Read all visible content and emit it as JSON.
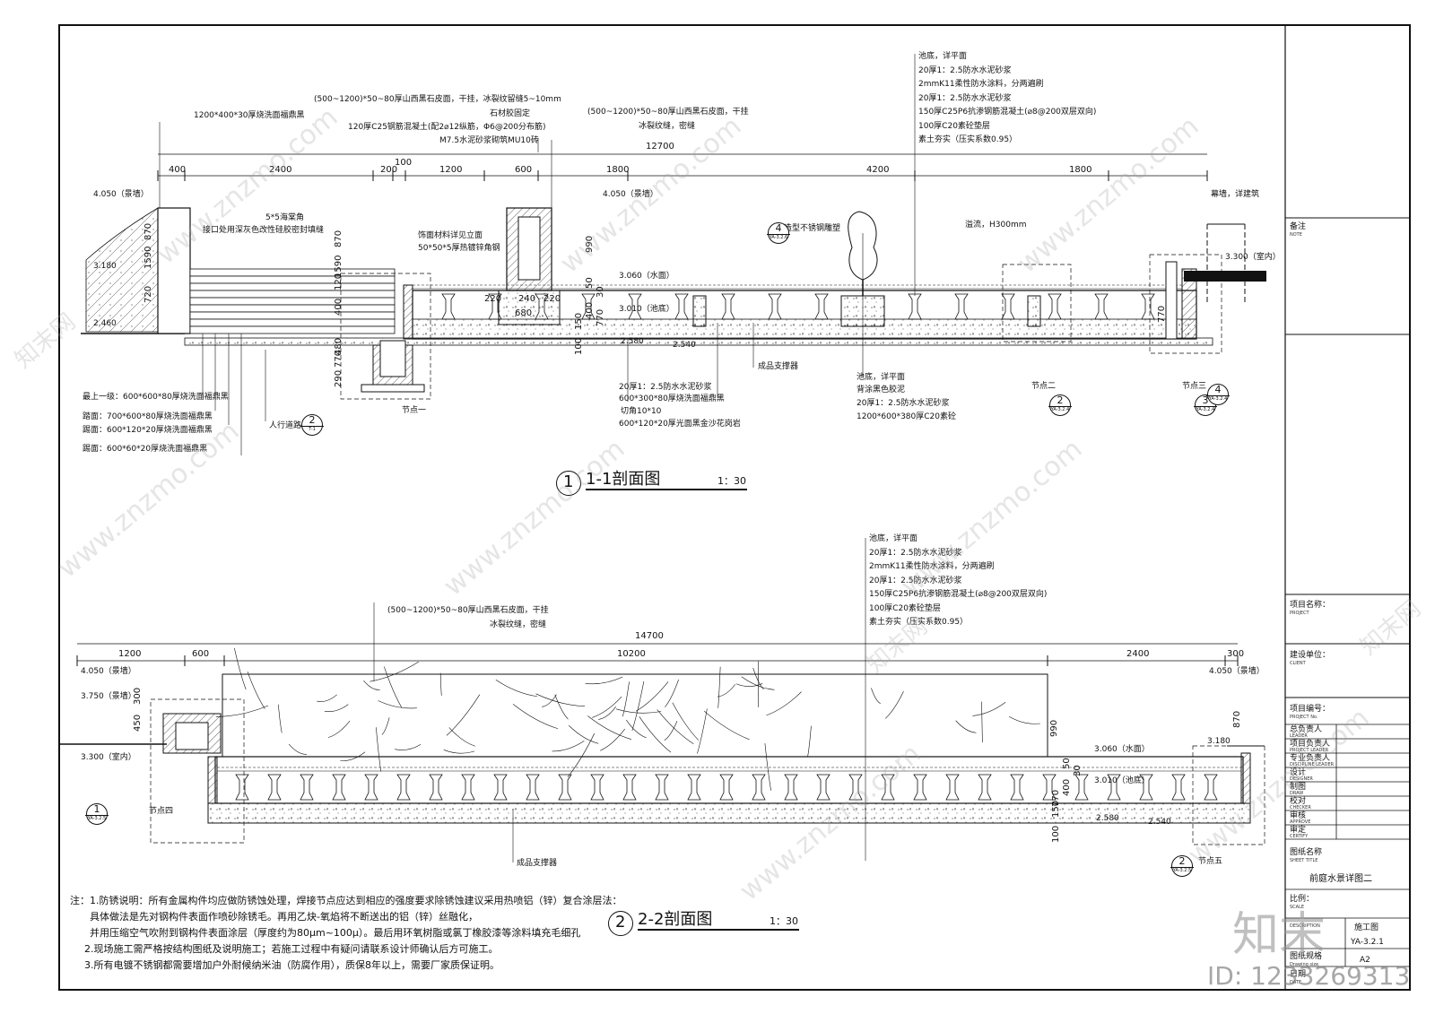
{
  "section_1": {
    "title": "1-1剖面图",
    "scale": "1：30",
    "marker": "1",
    "overall_dim": "12700",
    "dims": [
      "400",
      "2400",
      "200",
      "100",
      "1200",
      "600",
      "1800",
      "4200",
      "1800"
    ],
    "left_labels": {
      "stone_panel": "1200*400*30厚烧洗面福鼎黑",
      "chamfer": "5*5海棠角",
      "joint": "接口处用深灰色改性硅胶密封填缝",
      "step_top": "最上一级：600*600*80厚烧洗面福鼎黑",
      "tread": "踏面：700*600*80厚烧洗面福鼎黑",
      "riser1": "踢面：600*120*20厚烧洗面福鼎黑",
      "riser2": "踢面：600*60*20厚烧洗面福鼎黑",
      "sidewalk": "人行道路做法"
    },
    "wall_labels": [
      "(500~1200)*50~80厚山西黑石皮面，干挂，冰裂纹留缝5~10mm",
      "石材胶固定",
      "120厚C25钢筋混凝土(配2⌀12纵筋，Φ6@200分布筋)",
      "M7.5水泥砂浆砌筑MU10砖"
    ],
    "wall_labels2": [
      "(500~1200)*50~80厚山西黑石皮面，干挂",
      "冰裂纹缝，密缝"
    ],
    "facing_labels": [
      "饰面材料详见立面",
      "50*50*5厚热镀锌角钢"
    ],
    "pool_labels": [
      "池底，详平面",
      "20厚1：2.5防水水泥砂浆",
      "2mmK11柔性防水涂料，分两遍刷",
      "20厚1：2.5防水水泥砂浆",
      "150厚C25P6抗渗钢筋混凝土(⌀8@200双层双向)",
      "100厚C20素砼垫层",
      "素土夯实（压实系数0.95）"
    ],
    "bottom_labels": [
      "20厚1：2.5防水水泥砂浆",
      "600*300*80厚烧洗面福鼎黑",
      "切角10*10",
      "600*120*20厚光面黑金沙花岗岩"
    ],
    "support": "成品支撑器",
    "planter_labels": [
      "池底，详平面",
      "背涂黑色胶泥",
      "20厚1：2.5防水水泥砂浆",
      "1200*600*380厚C20素砼"
    ],
    "sculpture": "造型不锈钢雕塑",
    "overflow": "溢流，H300mm",
    "curtain": "幕墙，详建筑",
    "levels": [
      "4.050（景墙）",
      "3.180",
      "2.460",
      "4.050（景墙）",
      "3.060（水面）",
      "3.010（池底）",
      "2.580",
      "2.540",
      "3.300（室内）"
    ],
    "nodes": [
      "节点一",
      "节点二",
      "节点三"
    ],
    "node_marks": [
      {
        "n": "4",
        "ref": "YA-3.2.6"
      },
      {
        "n": "2",
        "ref": "YA-3.2.4"
      },
      {
        "n": "3",
        "ref": "YA-3.2.4"
      },
      {
        "n": "4",
        "ref": "YA-3.2.4"
      },
      {
        "n": "2",
        "ref": "T-1"
      }
    ],
    "vdims_left": [
      "870",
      "1590",
      "720"
    ],
    "vdims_wall": [
      "870",
      "1590",
      "120",
      "400",
      "770",
      "480",
      "290"
    ],
    "vdims_pool": [
      "990",
      "50",
      "30",
      "400",
      "770",
      "150",
      "100"
    ],
    "base_dims": [
      "220",
      "240",
      "220",
      "680"
    ],
    "vdim_right": "770"
  },
  "section_2": {
    "title": "2-2剖面图",
    "scale": "1：30",
    "marker": "2",
    "overall_dim": "14700",
    "dims": [
      "1200",
      "600",
      "10200",
      "2400",
      "300"
    ],
    "wall_labels": [
      "(500~1200)*50~80厚山西黑石皮面，干挂",
      "冰裂纹缝，密缝"
    ],
    "pool_labels": [
      "池底，详平面",
      "20厚1：2.5防水水泥砂浆",
      "2mmK11柔性防水涂料，分两遍刷",
      "20厚1：2.5防水水泥砂浆",
      "150厚C25P6抗渗钢筋混凝土(⌀8@200双层双向)",
      "100厚C20素砼垫层",
      "素土夯实（压实系数0.95）"
    ],
    "support": "成品支撑器",
    "levels": [
      "4.050（景墙）",
      "3.750（景墙）",
      "3.300（室内）",
      "4.050（景墙）",
      "3.060（水面）",
      "3.010（池底）",
      "3.180",
      "2.580",
      "2.540"
    ],
    "nodes": [
      "节点四",
      "节点五"
    ],
    "node_marks": [
      {
        "n": "1",
        "ref": "YA-3.2.5"
      },
      {
        "n": "2",
        "ref": "YA-3.2.5"
      }
    ],
    "vdims_left": [
      "300",
      "450"
    ],
    "vdims_right": [
      "990",
      "870",
      "50",
      "30",
      "400",
      "770",
      "150",
      "100"
    ]
  },
  "notes": [
    "注：1.防锈说明：所有金属构件均应做防锈蚀处理，焊接节点应达到相应的强度要求除锈蚀建议采用热喷铝（锌）复合涂层法：",
    "具体做法是先对钢构件表面作喷砂除锈毛。再用乙炔-氧焰将不断送出的铝（锌）丝融化，",
    "并用压缩空气吹附到钢构件表面涂层（厚度约为80μm~100μ）。最后用环氧树脂或氯丁橡胶漆等涂料填充毛细孔",
    "2.现场施工需严格按结构图纸及说明施工；若施工过程中有疑问请联系设计师确认后方可施工。",
    "3.所有电镀不锈钢都需要增加户外耐候纳米油（防腐作用），质保8年以上，需要厂家质保证明。"
  ],
  "titleblock": {
    "note": {
      "cn": "备注",
      "en": "NOTE"
    },
    "project": {
      "cn": "项目名称：",
      "en": "PROJECT"
    },
    "client": {
      "cn": "建设单位：",
      "en": "CLIENT"
    },
    "project_no": {
      "cn": "项目编号：",
      "en": "PROJECT No."
    },
    "rows": [
      {
        "cn": "总负责人",
        "en": "LEADER"
      },
      {
        "cn": "项目负责人",
        "en": "PROJECT LEADER"
      },
      {
        "cn": "专业负责人",
        "en": "DISCIPLINE LEADER"
      },
      {
        "cn": "设计",
        "en": "DESIGNER"
      },
      {
        "cn": "制图",
        "en": "DRAW"
      },
      {
        "cn": "校对",
        "en": "CHECKER"
      },
      {
        "cn": "审核",
        "en": "APPROVE"
      },
      {
        "cn": "审定",
        "en": "CERTIFY"
      }
    ],
    "sheet_title": {
      "cn": "图纸名称",
      "en": "SHEET TITLE",
      "value": "前庭水景详图二"
    },
    "ratio": {
      "cn": "比例：",
      "en": "SCALE"
    },
    "desc": {
      "en": "DESCRIPTION",
      "value": "施工图"
    },
    "drawing_no": {
      "value": "YA-3.2.1"
    },
    "size": {
      "cn": "图纸规格",
      "en": "Drawing size",
      "value": "A2"
    },
    "date": {
      "cn": "日期",
      "en": "DATE"
    }
  },
  "watermark": {
    "text": "www.znzmo.com",
    "brand": "知末网",
    "logo": "知末",
    "id": "ID: 1233269313"
  }
}
